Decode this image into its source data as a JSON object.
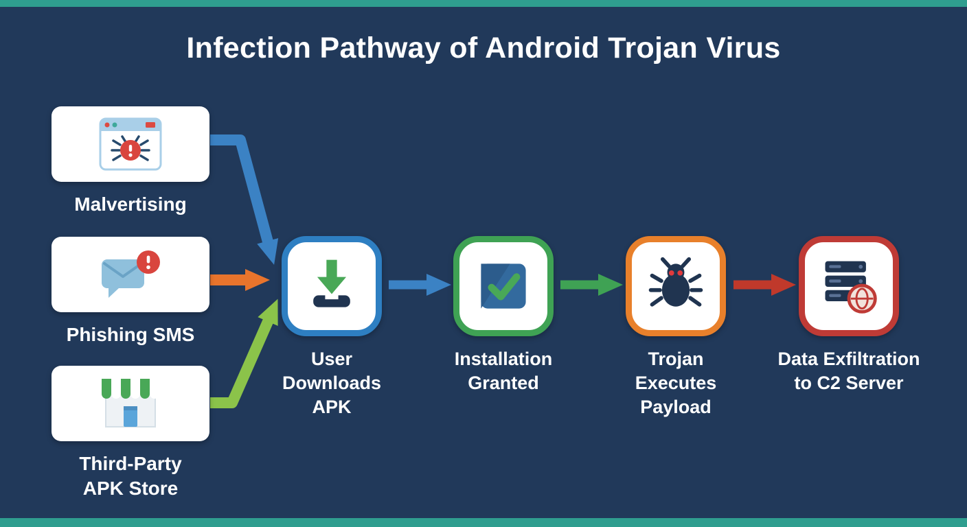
{
  "title": "Infection Pathway of Android Trojan Virus",
  "sources": [
    {
      "label": "Malvertising",
      "icon": "malvertising-browser-icon"
    },
    {
      "label": "Phishing SMS",
      "icon": "phishing-sms-icon"
    },
    {
      "label": "Third-Party APK Store",
      "icon": "apk-store-icon"
    }
  ],
  "steps": [
    {
      "label": "User Downloads APK",
      "icon": "download-apk-icon",
      "accent": "#2e7fc2"
    },
    {
      "label": "Installation Granted",
      "icon": "install-check-icon",
      "accent": "#3fa254"
    },
    {
      "label": "Trojan Executes Payload",
      "icon": "trojan-bug-icon",
      "accent": "#e8802b"
    },
    {
      "label": "Data Exfiltration to C2 Server",
      "icon": "c2-server-icon",
      "accent": "#bf3b36"
    }
  ],
  "arrows": [
    {
      "from": "Malvertising",
      "to": "User Downloads APK",
      "color": "#3b82c4"
    },
    {
      "from": "Phishing SMS",
      "to": "User Downloads APK",
      "color": "#e8742c"
    },
    {
      "from": "Third-Party APK Store",
      "to": "User Downloads APK",
      "color": "#8bc34a"
    },
    {
      "from": "User Downloads APK",
      "to": "Installation Granted",
      "color": "#3b82c4"
    },
    {
      "from": "Installation Granted",
      "to": "Trojan Executes Payload",
      "color": "#3fa254"
    },
    {
      "from": "Trojan Executes Payload",
      "to": "Data Exfiltration to C2 Server",
      "color": "#c0392b"
    }
  ],
  "colors": {
    "background": "#21395a",
    "edge_strip": "#2f9e8f",
    "card": "#ffffff",
    "text": "#ffffff",
    "alert_red": "#d9453e",
    "dark_navy_icon": "#203450",
    "green": "#49a857"
  }
}
